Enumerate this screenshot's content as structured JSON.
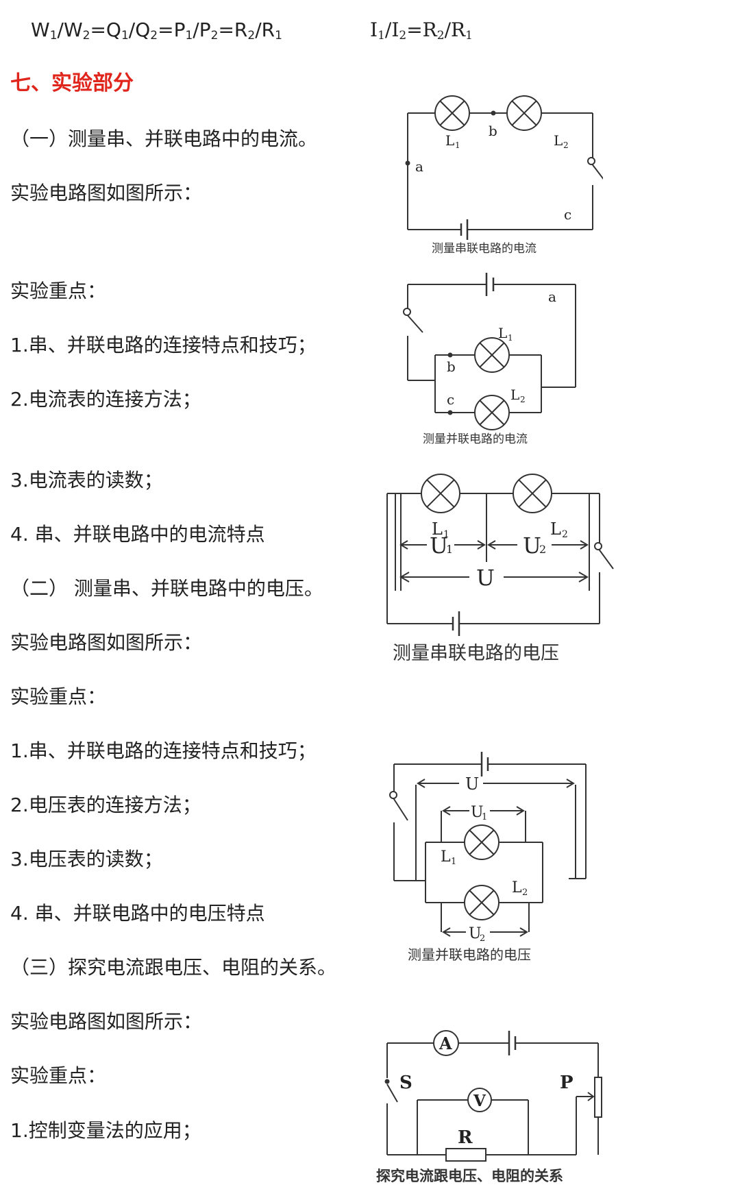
{
  "formulas": {
    "left": {
      "parts": [
        "W",
        "1",
        "/W",
        "2",
        "=Q",
        "1",
        "/Q",
        "2",
        "=P",
        "1",
        "/P",
        "2",
        "=R",
        "2",
        "/R",
        "1"
      ]
    },
    "right": {
      "parts": [
        "I",
        "1",
        "/I",
        "2",
        "=R",
        "2",
        "/R",
        "1"
      ]
    }
  },
  "lines": [
    {
      "text": "七、实验部分"
    },
    {
      "text": "（一）测量串、并联电路中的电流。"
    },
    {
      "text": "实验电路图如图所示："
    },
    {
      "text": "实验重点："
    },
    {
      "text": "1.串、并联电路的连接特点和技巧；"
    },
    {
      "text": "2.电流表的连接方法；"
    },
    {
      "text": "3.电流表的读数；"
    },
    {
      "text": "4.  串、并联电路中的电流特点"
    },
    {
      "text": "（二） 测量串、并联电路中的电压。"
    },
    {
      "text": "实验电路图如图所示："
    },
    {
      "text": "实验重点："
    },
    {
      "text": "1.串、并联电路的连接特点和技巧；"
    },
    {
      "text": "2.电压表的连接方法；"
    },
    {
      "text": "3.电压表的读数；"
    },
    {
      "text": "4.  串、并联电路中的电压特点"
    },
    {
      "text": "（三）探究电流跟电压、电阻的关系。"
    },
    {
      "text": "实验电路图如图所示："
    },
    {
      "text": "实验重点："
    },
    {
      "text": "1.控制变量法的应用；"
    }
  ],
  "figures": {
    "series_current": {
      "caption": "测量串联电路的电流",
      "labels": {
        "l1": "L",
        "l1_sub": "1",
        "l2": "L",
        "l2_sub": "2",
        "a": "a",
        "b": "b",
        "c": "c"
      }
    },
    "parallel_current": {
      "caption": "测量并联电路的电流",
      "labels": {
        "l1": "L",
        "l1_sub": "1",
        "l2": "L",
        "l2_sub": "2",
        "a": "a",
        "b": "b",
        "c": "c"
      }
    },
    "series_voltage": {
      "caption": "测量串联电路的电压",
      "labels": {
        "l1": "L",
        "l1_sub": "1",
        "l2": "L",
        "l2_sub": "2",
        "u1": "U",
        "u1_sub": "1",
        "u2": "U",
        "u2_sub": "2",
        "u": "U"
      }
    },
    "parallel_voltage": {
      "caption": "测量并联电路的电压",
      "labels": {
        "l1": "L",
        "l1_sub": "1",
        "l2": "L",
        "l2_sub": "2",
        "u1": "U",
        "u1_sub": "1",
        "u2": "U",
        "u2_sub": "2",
        "u": "U"
      }
    },
    "ohm_law": {
      "caption": "探究电流跟电压、电阻的关系",
      "labels": {
        "ammeter": "A",
        "voltmeter": "V",
        "switch": "S",
        "slider": "P",
        "resistor": "R"
      }
    }
  }
}
